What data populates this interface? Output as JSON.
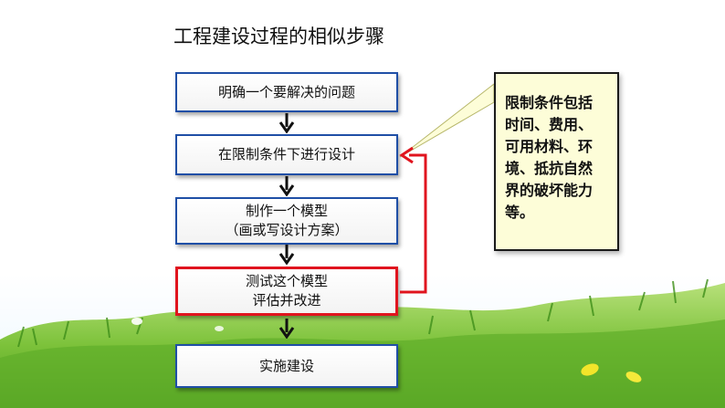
{
  "title": "工程建设过程的相似步骤",
  "steps": [
    {
      "lines": [
        "明确一个要解决的问题"
      ]
    },
    {
      "lines": [
        "在限制条件下进行设计"
      ]
    },
    {
      "lines": [
        "制作一个模型",
        "（画或写设计方案）"
      ]
    },
    {
      "lines": [
        "测试这个模型",
        "评估并改进"
      ]
    },
    {
      "lines": [
        "实施建设"
      ]
    }
  ],
  "note": {
    "lines": [
      "限制条件包括",
      "时间、费用、",
      "可用材料、环",
      "境、抵抗自然",
      "界的破坏能力",
      "等。"
    ]
  },
  "colors": {
    "loop_arrow": "#e0141e",
    "step_border": "#1f4fa6",
    "note_fill": "#fdfdd8"
  }
}
